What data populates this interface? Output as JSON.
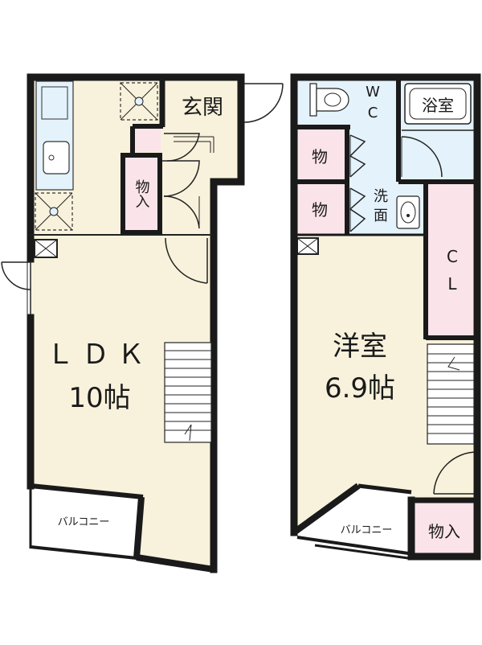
{
  "colors": {
    "living_floor": "#f8f2dc",
    "storage_pink": "#fbe3ea",
    "wet_area_blue": "#e4f2fb",
    "balcony_white": "#ffffff",
    "wall": "#1a1a1a"
  },
  "floor1": {
    "ldk": "ＬＤＫ",
    "ldk_size": "10帖",
    "entrance": "玄関",
    "storage": "物入",
    "balcony": "バルコニー"
  },
  "floor2": {
    "wc_w": "W",
    "wc_c": "C",
    "bath": "浴室",
    "storage_top": "物",
    "storage_mid": "物",
    "wash_1": "洗",
    "wash_2": "面",
    "closet_c": "C",
    "closet_l": "L",
    "western": "洋室",
    "western_size": "6.9帖",
    "balcony": "バルコニー",
    "storage_bottom": "物入"
  },
  "icons": [
    "ventilation-fan-icon",
    "kitchen-sink-icon",
    "toilet-icon",
    "washbasin-icon",
    "bathtub-icon",
    "stairs-icon",
    "door-swing-icon"
  ]
}
